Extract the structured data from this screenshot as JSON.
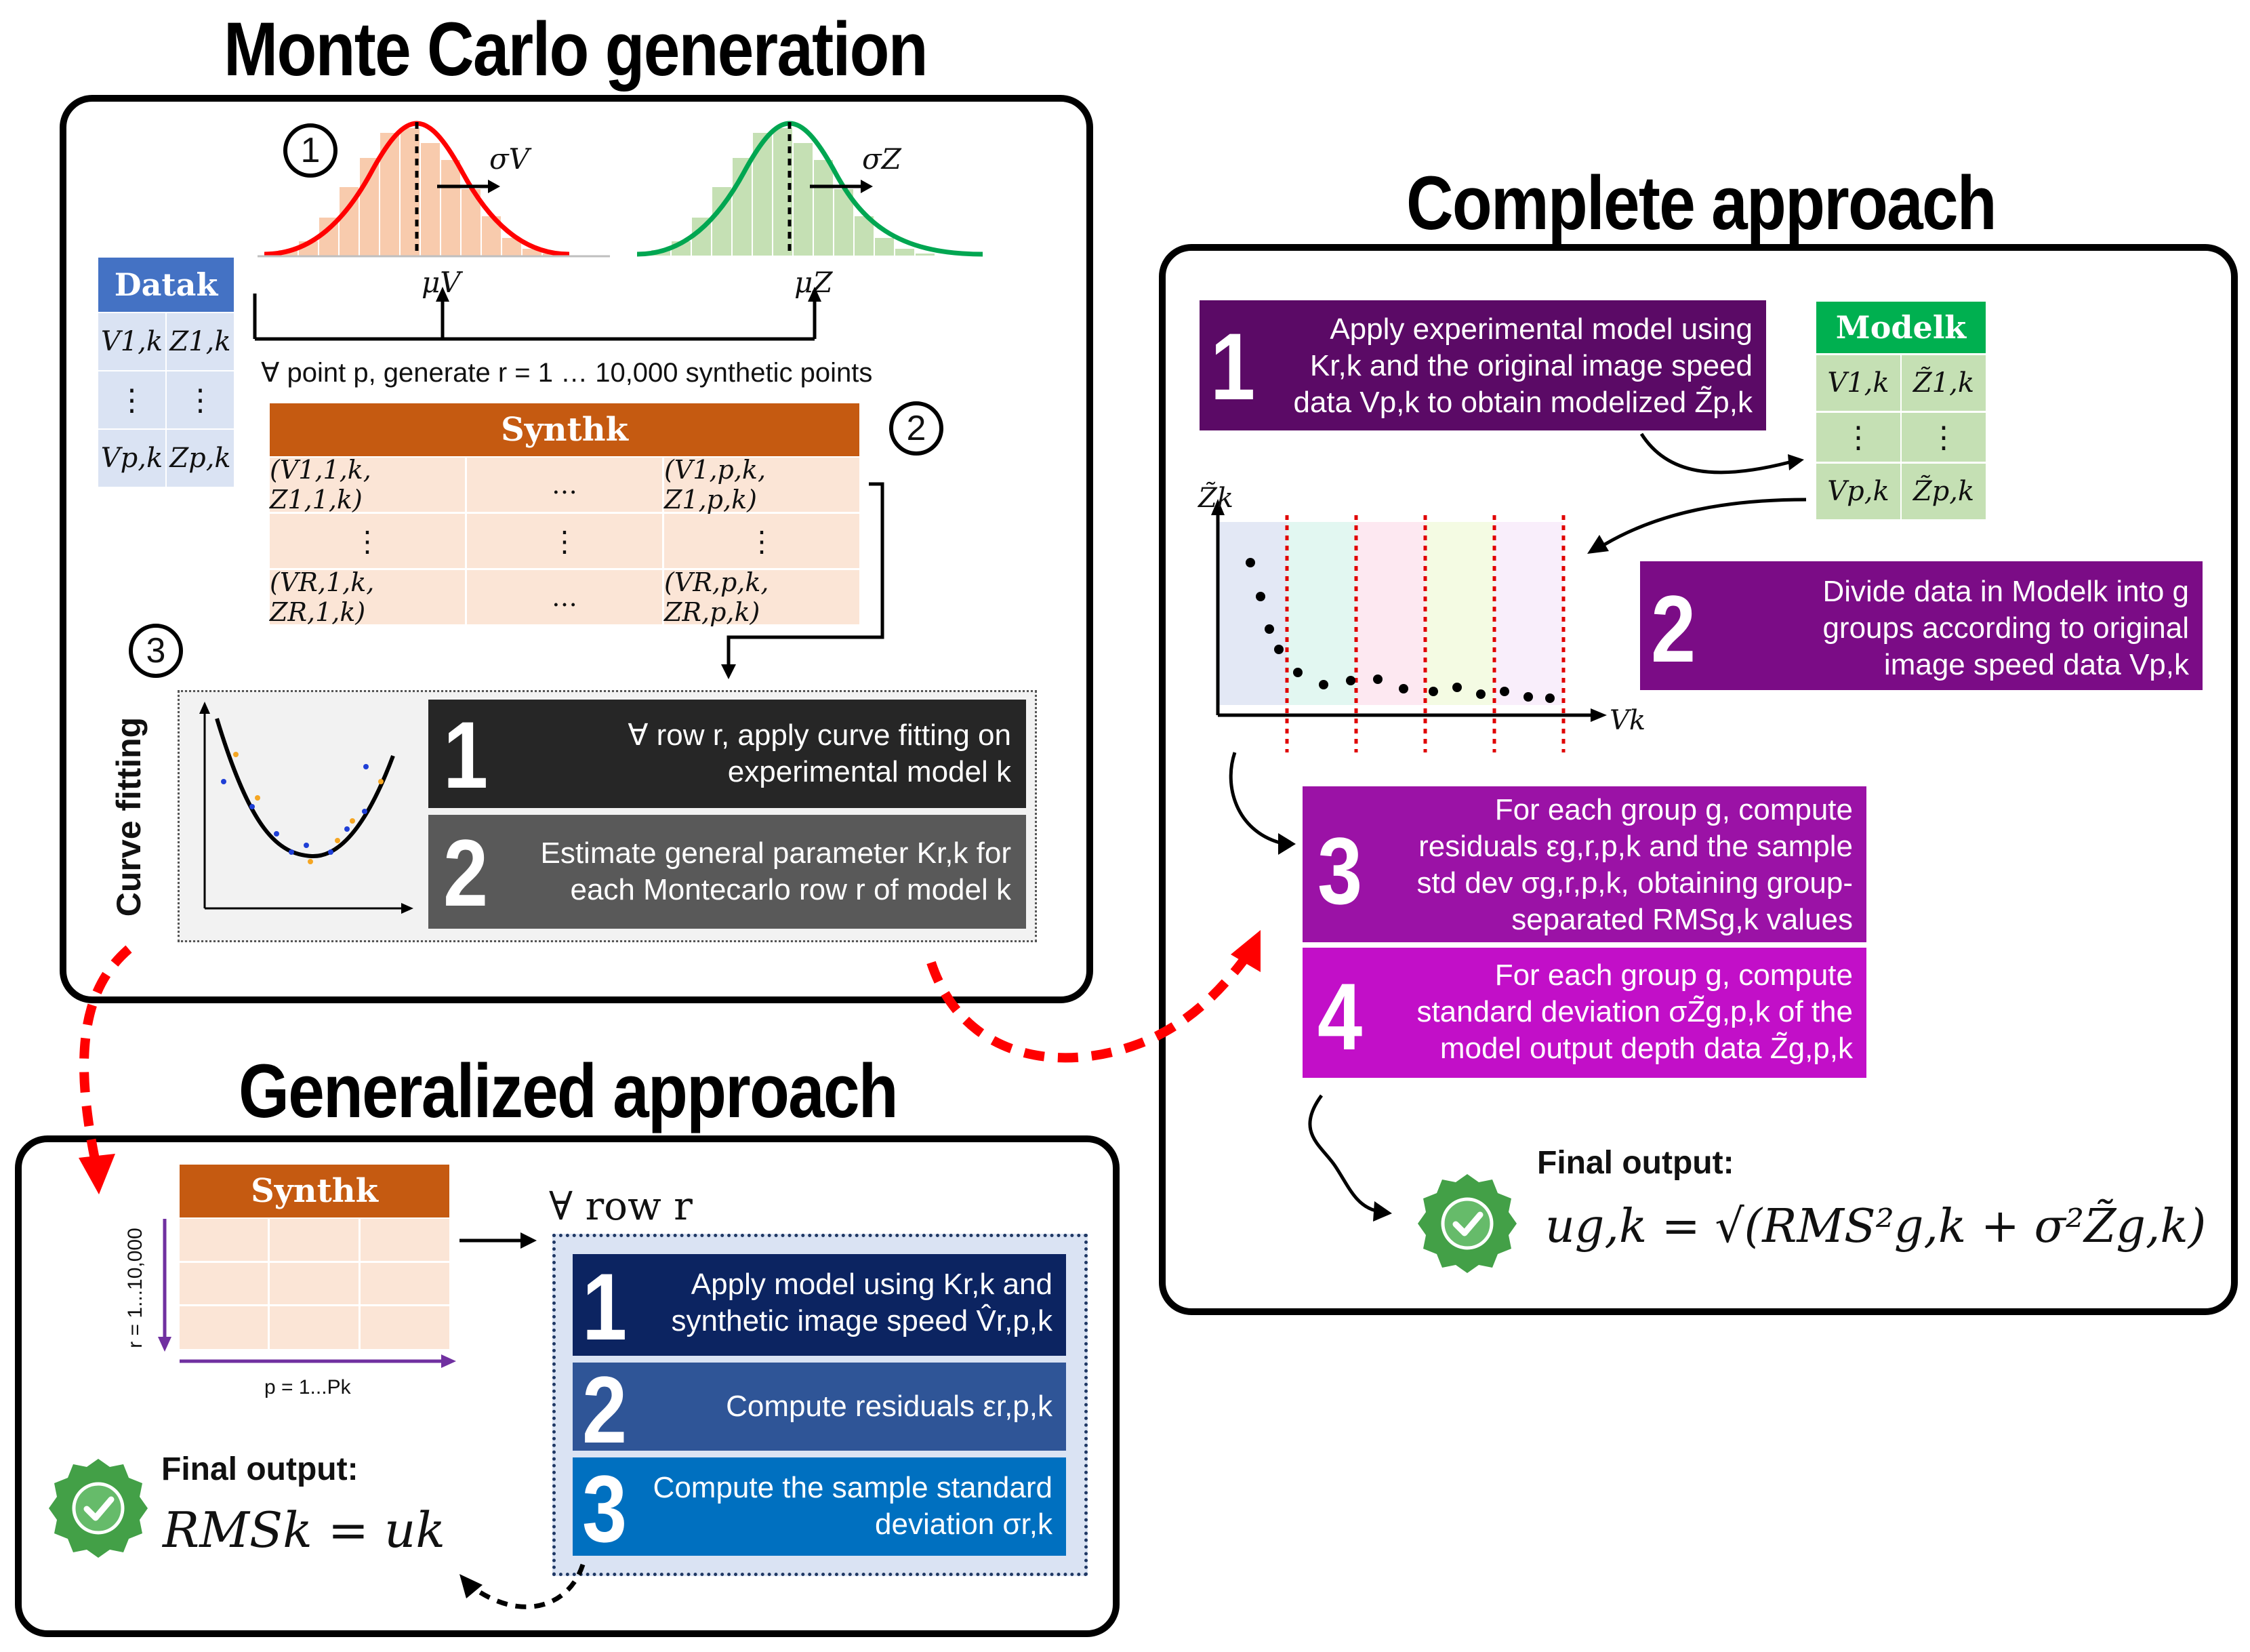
{
  "titles": {
    "monte_carlo": "Monte Carlo generation",
    "complete": "Complete approach",
    "generalized": "Generalized approach"
  },
  "monte_carlo": {
    "circle_1": "1",
    "circle_2": "2",
    "circle_3": "3",
    "sigma_v": "σV",
    "sigma_z": "σZ",
    "mu_v": "μV",
    "mu_z": "μZ",
    "data_header": "Datak",
    "data_cells": [
      "V1,k",
      "Z1,k",
      "⋮",
      "⋮",
      "Vp,k",
      "Zp,k"
    ],
    "generate_text": "∀ point p, generate r = 1 … 10,000 synthetic points",
    "synth_header": "Synthk",
    "synth_cells": [
      "(V1,1,k, Z1,1,k)",
      "…",
      "(V1,p,k, Z1,p,k)",
      "⋮",
      "⋮",
      "⋮",
      "(VR,1,k, ZR,1,k)",
      "…",
      "(VR,p,k, ZR,p,k)"
    ],
    "curve_fitting_label": "Curve fitting",
    "steps": [
      {
        "num": "1",
        "text": "∀ row r, apply curve fitting on experimental model k"
      },
      {
        "num": "2",
        "text": "Estimate general parameter Kr,k for each Montecarlo row r of model k"
      }
    ]
  },
  "complete": {
    "model_header": "Modelk",
    "model_cells": [
      "V1,k",
      "Z̃1,k",
      "⋮",
      "⋮",
      "Vp,k",
      "Z̃p,k"
    ],
    "axis_y": "Z̃k",
    "axis_x": "Vk",
    "final_output_label": "Final output:",
    "formula": "ug,k = √(RMS²g,k + σ²Z̃g,k)",
    "steps": [
      {
        "num": "1",
        "text": "Apply experimental model using Kr,k and the original image speed data Vp,k to obtain modelized Z̃p,k"
      },
      {
        "num": "2",
        "text": "Divide data in Modelk into g groups according to original image speed data Vp,k"
      },
      {
        "num": "3",
        "text": "For each group g, compute residuals εg,r,p,k and the sample std dev σg,r,p,k, obtaining group-separated RMSg,k values"
      },
      {
        "num": "4",
        "text": "For each group g, compute standard deviation σZ̃g,p,k of the model output depth data Z̃g,p,k"
      }
    ]
  },
  "generalized": {
    "synth_header": "Synthk",
    "r_axis": "r = 1...10,000",
    "p_axis": "p = 1...Pk",
    "for_row": "∀ row r",
    "final_output_label": "Final output:",
    "formula": "RMSk = uk",
    "steps": [
      {
        "num": "1",
        "text": "Apply model using Kr,k and synthetic image speed V̂r,p,k"
      },
      {
        "num": "2",
        "text": "Compute residuals εr,p,k"
      },
      {
        "num": "3",
        "text": "Compute the sample standard deviation σr,k"
      }
    ]
  },
  "colors": {
    "data_blue": "#4472c4",
    "data_light": "#dae3f3",
    "synth_orange": "#c55a11",
    "synth_light": "#fbe5d6",
    "model_green": "#00b050",
    "model_light": "#c5e0b4",
    "purple_1": "#5b0a66",
    "purple_2": "#7b0c86",
    "purple_3": "#9b12a6",
    "purple_4": "#c20fc8",
    "black_step": "#262626",
    "gray_step": "#595959",
    "navy_1": "#0c2461",
    "navy_2": "#2f5597",
    "navy_3": "#0070c0",
    "dashed_red": "#ff0000",
    "check_green": "#43a047"
  }
}
